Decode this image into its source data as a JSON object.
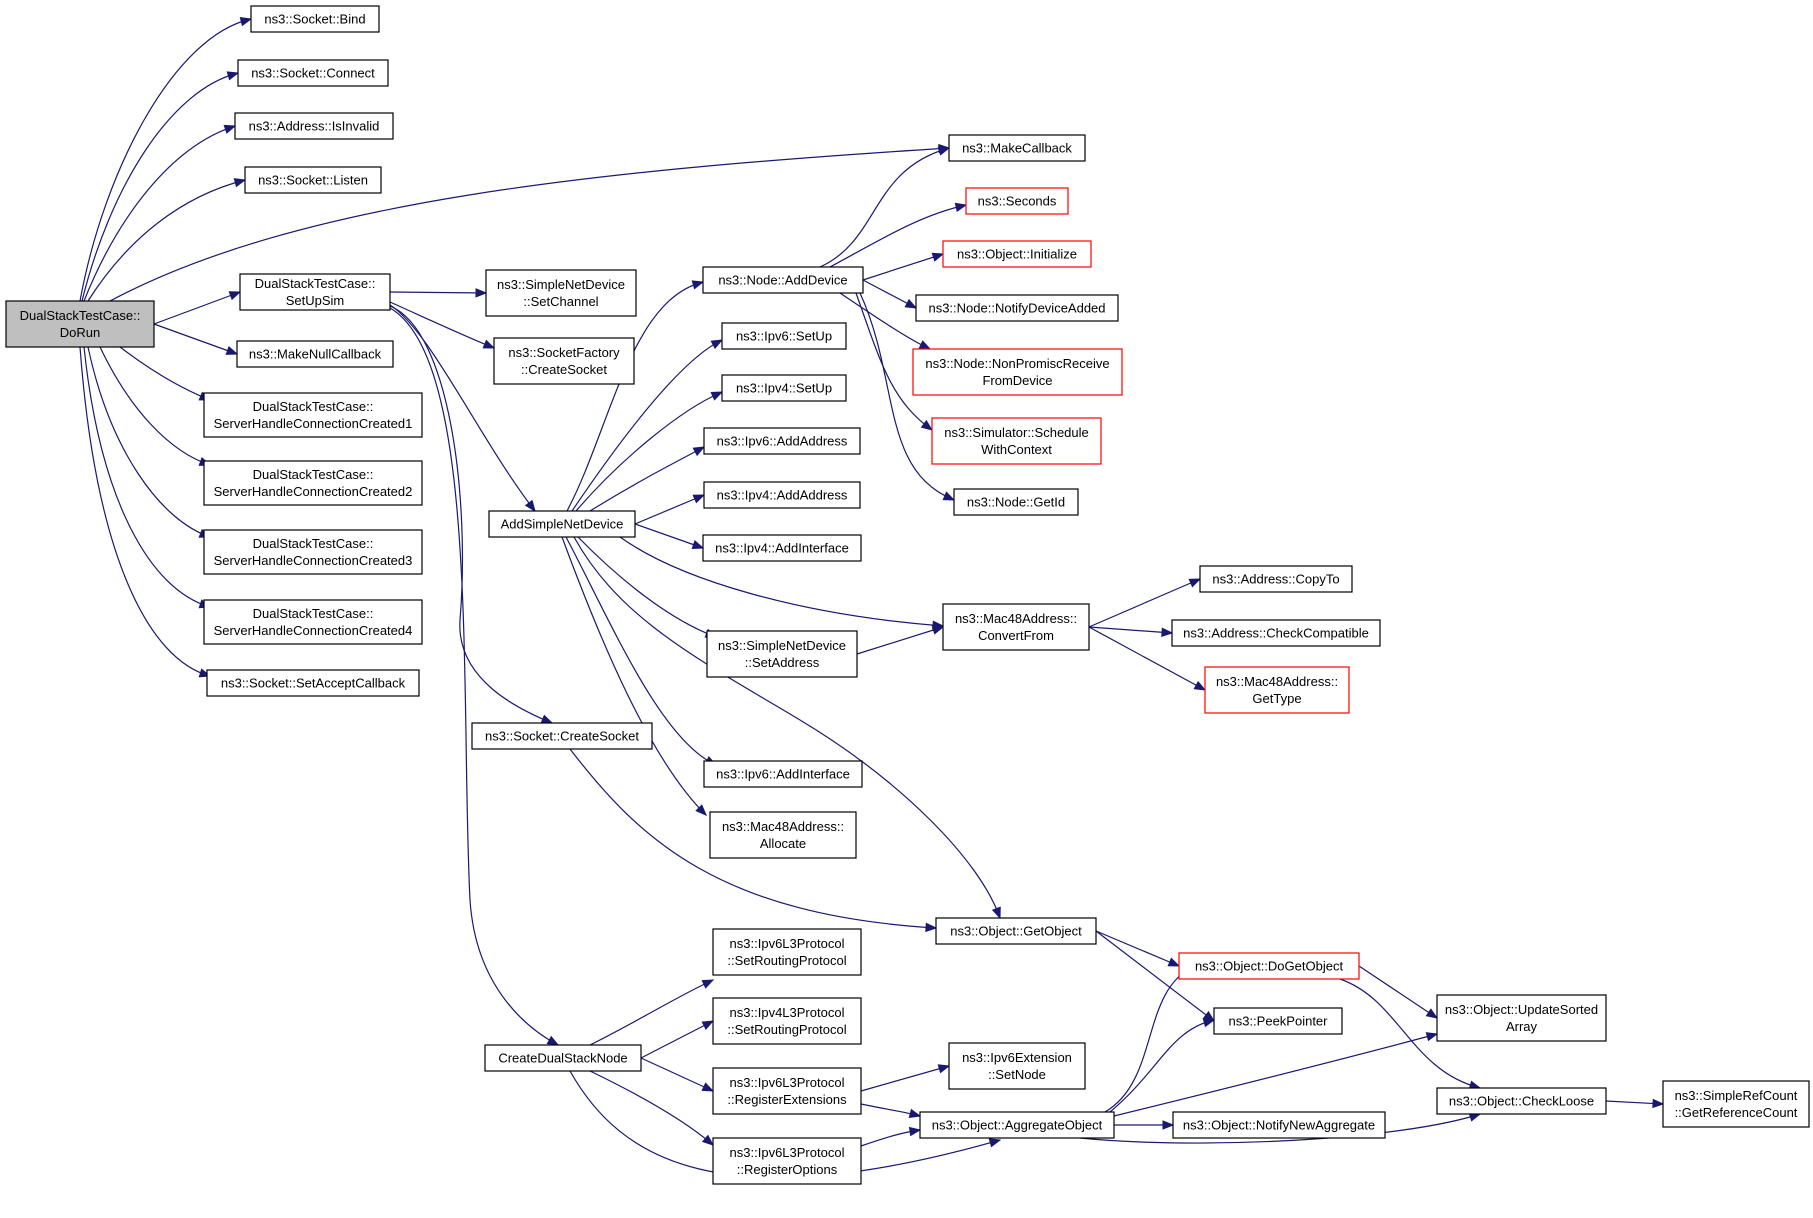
{
  "graph": {
    "colors": {
      "edge": "#191970",
      "normal_border": "#000000",
      "truncated_border": "#ff0000",
      "root_fill": "#bfbfbf",
      "node_fill": "#ffffff"
    },
    "nodes": [
      {
        "id": "dorun",
        "label": [
          "DualStackTestCase::",
          "DoRun"
        ],
        "style": "root"
      },
      {
        "id": "bind",
        "label": [
          "ns3::Socket::Bind"
        ]
      },
      {
        "id": "connect",
        "label": [
          "ns3::Socket::Connect"
        ]
      },
      {
        "id": "isinvalid",
        "label": [
          "ns3::Address::IsInvalid"
        ]
      },
      {
        "id": "listen",
        "label": [
          "ns3::Socket::Listen"
        ]
      },
      {
        "id": "setupsim",
        "label": [
          "DualStackTestCase::",
          "SetUpSim"
        ]
      },
      {
        "id": "makenullcb",
        "label": [
          "ns3::MakeNullCallback"
        ]
      },
      {
        "id": "shcc1",
        "label": [
          "DualStackTestCase::",
          "ServerHandleConnectionCreated1"
        ]
      },
      {
        "id": "shcc2",
        "label": [
          "DualStackTestCase::",
          "ServerHandleConnectionCreated2"
        ]
      },
      {
        "id": "shcc3",
        "label": [
          "DualStackTestCase::",
          "ServerHandleConnectionCreated3"
        ]
      },
      {
        "id": "shcc4",
        "label": [
          "DualStackTestCase::",
          "ServerHandleConnectionCreated4"
        ]
      },
      {
        "id": "setacceptcb",
        "label": [
          "ns3::Socket::SetAcceptCallback"
        ]
      },
      {
        "id": "setchannel",
        "label": [
          "ns3::SimpleNetDevice",
          "::SetChannel"
        ]
      },
      {
        "id": "sfcreatesocket",
        "label": [
          "ns3::SocketFactory",
          "::CreateSocket"
        ]
      },
      {
        "id": "addsimplenetdevice",
        "label": [
          "AddSimpleNetDevice"
        ]
      },
      {
        "id": "socketcreatesocket",
        "label": [
          "ns3::Socket::CreateSocket"
        ]
      },
      {
        "id": "createdualstacknode",
        "label": [
          "CreateDualStackNode"
        ]
      },
      {
        "id": "nodeadddevice",
        "label": [
          "ns3::Node::AddDevice"
        ]
      },
      {
        "id": "ipv6setup",
        "label": [
          "ns3::Ipv6::SetUp"
        ]
      },
      {
        "id": "ipv4setup",
        "label": [
          "ns3::Ipv4::SetUp"
        ]
      },
      {
        "id": "ipv6addaddress",
        "label": [
          "ns3::Ipv6::AddAddress"
        ]
      },
      {
        "id": "ipv4addaddress",
        "label": [
          "ns3::Ipv4::AddAddress"
        ]
      },
      {
        "id": "ipv4addinterface",
        "label": [
          "ns3::Ipv4::AddInterface"
        ]
      },
      {
        "id": "sndsetaddress",
        "label": [
          "ns3::SimpleNetDevice",
          "::SetAddress"
        ]
      },
      {
        "id": "ipv6addinterface",
        "label": [
          "ns3::Ipv6::AddInterface"
        ]
      },
      {
        "id": "mac48allocate",
        "label": [
          "ns3::Mac48Address::",
          "Allocate"
        ]
      },
      {
        "id": "makecallback",
        "label": [
          "ns3::MakeCallback"
        ]
      },
      {
        "id": "seconds",
        "label": [
          "ns3::Seconds"
        ],
        "style": "truncated"
      },
      {
        "id": "objinitialize",
        "label": [
          "ns3::Object::Initialize"
        ],
        "style": "truncated"
      },
      {
        "id": "notifydeviceadded",
        "label": [
          "ns3::Node::NotifyDeviceAdded"
        ]
      },
      {
        "id": "nonpromisc",
        "label": [
          "ns3::Node::NonPromiscReceive",
          "FromDevice"
        ],
        "style": "truncated"
      },
      {
        "id": "schedulewithcontext",
        "label": [
          "ns3::Simulator::Schedule",
          "WithContext"
        ],
        "style": "truncated"
      },
      {
        "id": "nodegetid",
        "label": [
          "ns3::Node::GetId"
        ]
      },
      {
        "id": "convertfrom",
        "label": [
          "ns3::Mac48Address::",
          "ConvertFrom"
        ]
      },
      {
        "id": "copyto",
        "label": [
          "ns3::Address::CopyTo"
        ]
      },
      {
        "id": "checkcompatible",
        "label": [
          "ns3::Address::CheckCompatible"
        ]
      },
      {
        "id": "mac48gettype",
        "label": [
          "ns3::Mac48Address::",
          "GetType"
        ],
        "style": "truncated"
      },
      {
        "id": "getobject",
        "label": [
          "ns3::Object::GetObject"
        ]
      },
      {
        "id": "dogetobject",
        "label": [
          "ns3::Object::DoGetObject"
        ],
        "style": "truncated"
      },
      {
        "id": "peekpointer",
        "label": [
          "ns3::PeekPointer"
        ]
      },
      {
        "id": "updatesorted",
        "label": [
          "ns3::Object::UpdateSorted",
          "Array"
        ]
      },
      {
        "id": "checkloose",
        "label": [
          "ns3::Object::CheckLoose"
        ]
      },
      {
        "id": "getrefcount",
        "label": [
          "ns3::SimpleRefCount",
          "::GetReferenceCount"
        ]
      },
      {
        "id": "ipv6l3setrouting",
        "label": [
          "ns3::Ipv6L3Protocol",
          "::SetRoutingProtocol"
        ]
      },
      {
        "id": "ipv4l3setrouting",
        "label": [
          "ns3::Ipv4L3Protocol",
          "::SetRoutingProtocol"
        ]
      },
      {
        "id": "regext",
        "label": [
          "ns3::Ipv6L3Protocol",
          "::RegisterExtensions"
        ]
      },
      {
        "id": "regopt",
        "label": [
          "ns3::Ipv6L3Protocol",
          "::RegisterOptions"
        ]
      },
      {
        "id": "ipv6extsetnode",
        "label": [
          "ns3::Ipv6Extension",
          "::SetNode"
        ]
      },
      {
        "id": "aggregateobject",
        "label": [
          "ns3::Object::AggregateObject"
        ]
      },
      {
        "id": "notifynewaggregate",
        "label": [
          "ns3::Object::NotifyNewAggregate"
        ]
      }
    ],
    "edges": [
      [
        "dorun",
        "bind"
      ],
      [
        "dorun",
        "connect"
      ],
      [
        "dorun",
        "isinvalid"
      ],
      [
        "dorun",
        "listen"
      ],
      [
        "dorun",
        "makecallback"
      ],
      [
        "dorun",
        "setupsim"
      ],
      [
        "dorun",
        "makenullcb"
      ],
      [
        "dorun",
        "shcc1"
      ],
      [
        "dorun",
        "shcc2"
      ],
      [
        "dorun",
        "shcc3"
      ],
      [
        "dorun",
        "shcc4"
      ],
      [
        "dorun",
        "setacceptcb"
      ],
      [
        "setupsim",
        "setchannel"
      ],
      [
        "setupsim",
        "sfcreatesocket"
      ],
      [
        "setupsim",
        "addsimplenetdevice"
      ],
      [
        "setupsim",
        "socketcreatesocket"
      ],
      [
        "setupsim",
        "createdualstacknode"
      ],
      [
        "addsimplenetdevice",
        "nodeadddevice"
      ],
      [
        "addsimplenetdevice",
        "ipv6setup"
      ],
      [
        "addsimplenetdevice",
        "ipv4setup"
      ],
      [
        "addsimplenetdevice",
        "ipv6addaddress"
      ],
      [
        "addsimplenetdevice",
        "ipv4addaddress"
      ],
      [
        "addsimplenetdevice",
        "ipv4addinterface"
      ],
      [
        "addsimplenetdevice",
        "convertfrom"
      ],
      [
        "addsimplenetdevice",
        "sndsetaddress"
      ],
      [
        "addsimplenetdevice",
        "getobject"
      ],
      [
        "addsimplenetdevice",
        "ipv6addinterface"
      ],
      [
        "addsimplenetdevice",
        "mac48allocate"
      ],
      [
        "nodeadddevice",
        "makecallback"
      ],
      [
        "nodeadddevice",
        "seconds"
      ],
      [
        "nodeadddevice",
        "objinitialize"
      ],
      [
        "nodeadddevice",
        "notifydeviceadded"
      ],
      [
        "nodeadddevice",
        "nonpromisc"
      ],
      [
        "nodeadddevice",
        "schedulewithcontext"
      ],
      [
        "nodeadddevice",
        "nodegetid"
      ],
      [
        "sndsetaddress",
        "convertfrom"
      ],
      [
        "convertfrom",
        "copyto"
      ],
      [
        "convertfrom",
        "checkcompatible"
      ],
      [
        "convertfrom",
        "mac48gettype"
      ],
      [
        "socketcreatesocket",
        "getobject"
      ],
      [
        "getobject",
        "dogetobject"
      ],
      [
        "getobject",
        "peekpointer"
      ],
      [
        "dogetobject",
        "updatesorted"
      ],
      [
        "dogetobject",
        "checkloose"
      ],
      [
        "checkloose",
        "getrefcount"
      ],
      [
        "createdualstacknode",
        "ipv6l3setrouting"
      ],
      [
        "createdualstacknode",
        "ipv4l3setrouting"
      ],
      [
        "createdualstacknode",
        "regext"
      ],
      [
        "createdualstacknode",
        "regopt"
      ],
      [
        "createdualstacknode",
        "aggregateobject"
      ],
      [
        "regext",
        "ipv6extsetnode"
      ],
      [
        "regext",
        "aggregateobject"
      ],
      [
        "regopt",
        "aggregateobject"
      ],
      [
        "aggregateobject",
        "dogetobject"
      ],
      [
        "aggregateobject",
        "peekpointer"
      ],
      [
        "aggregateobject",
        "updatesorted"
      ],
      [
        "aggregateobject",
        "notifynewaggregate"
      ],
      [
        "aggregateobject",
        "checkloose"
      ]
    ]
  }
}
